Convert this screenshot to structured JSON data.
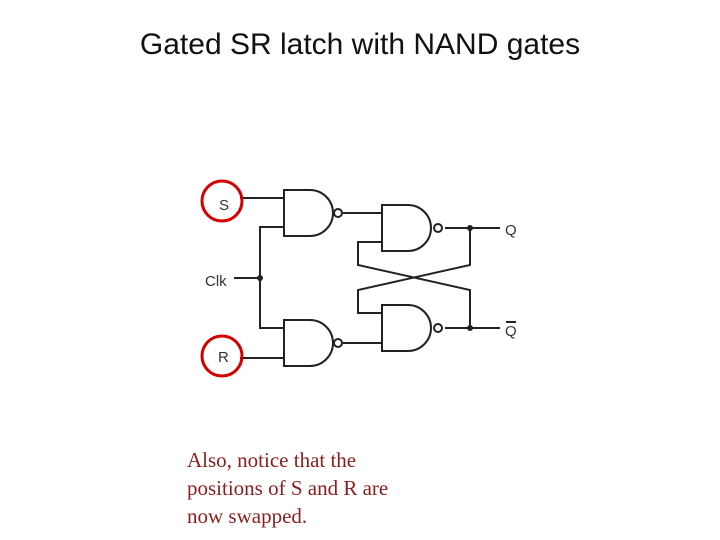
{
  "title": "Gated SR latch with NAND gates",
  "inputs": {
    "s": "S",
    "clk": "Clk",
    "r": "R"
  },
  "outputs": {
    "q": "Q",
    "q_bar": "Q"
  },
  "note": {
    "lines": [
      "Also, notice that the",
      "positions of S and R are",
      "now swapped."
    ]
  },
  "colors": {
    "highlight": "#d40000",
    "wire": "#222222",
    "note": "#8a1d1d"
  }
}
